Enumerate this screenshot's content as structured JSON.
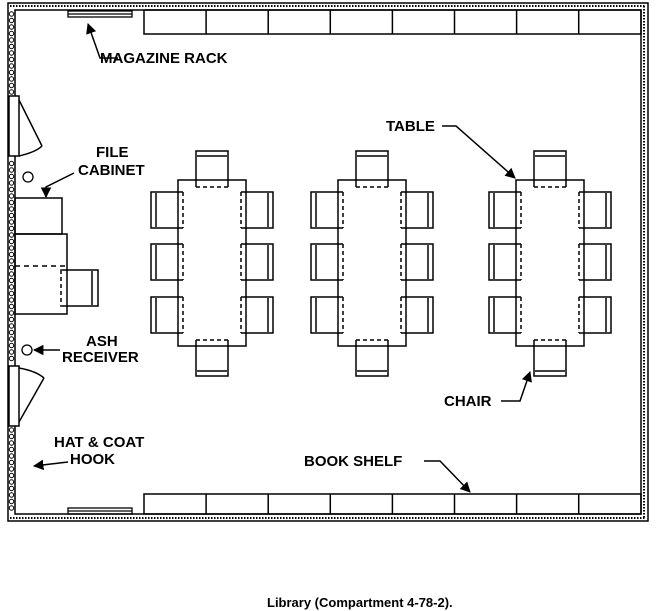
{
  "labels": {
    "magazine_rack": "MAGAZINE RACK",
    "file_cabinet_1": "FILE",
    "file_cabinet_2": "CABINET",
    "ash_receiver_1": "ASH",
    "ash_receiver_2": "RECEIVER",
    "hat_coat_1": "HAT & COAT",
    "hat_coat_2": "HOOK",
    "table": "TABLE",
    "chair": "CHAIR",
    "book_shelf": "BOOK SHELF"
  },
  "caption": "Library (Compartment 4-78-2)."
}
